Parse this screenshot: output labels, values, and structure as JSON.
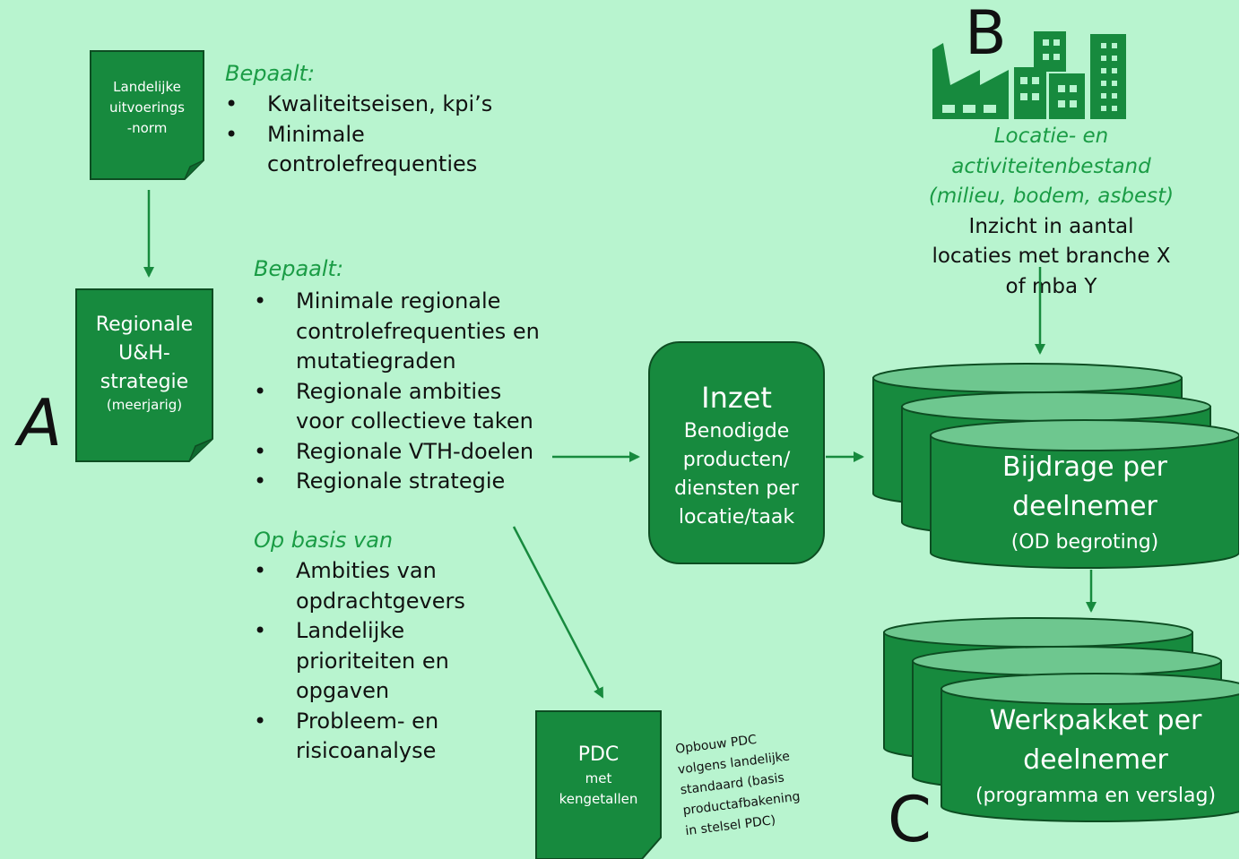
{
  "norm_doc": {
    "line1": "Landelijke",
    "line2": "uitvoerings",
    "line3": "-norm"
  },
  "norm_block": {
    "heading": "Bepaalt:",
    "items": [
      "Kwaliteitseisen, kpi’s",
      "Minimale controlefrequenties"
    ]
  },
  "strategy_doc": {
    "line1": "Regionale",
    "line2": "U&H-",
    "line3": "strategie",
    "line4": "(meerjarig)"
  },
  "strategy_block": {
    "heading": "Bepaalt:",
    "items": [
      "Minimale regionale controlefrequenties en mutatiegraden",
      "Regionale ambities voor collectieve taken",
      "Regionale VTH-doelen",
      "Regionale strategie"
    ]
  },
  "basis_block": {
    "heading": "Op basis van",
    "items": [
      "Ambities van opdrachtgevers",
      "Landelijke prioriteiten en opgaven",
      "Probleem- en risicoanalyse"
    ]
  },
  "labels": {
    "a": "A",
    "b": "B",
    "c": "C"
  },
  "location_block": {
    "title1": "Locatie- en",
    "title2": "activiteitenbestand",
    "title3": "(milieu, bodem, asbest)",
    "desc1": "Inzicht in aantal",
    "desc2": "locaties met branche X",
    "desc3": "of mba Y"
  },
  "inzet_box": {
    "title": "Inzet",
    "line1": "Benodigde",
    "line2": "producten/",
    "line3": "diensten per",
    "line4": "locatie/taak"
  },
  "bijdrage_stack": {
    "line1": "Bijdrage per",
    "line2": "deelnemer",
    "line3": "(OD begroting)"
  },
  "werkpakket_stack": {
    "line1": "Werkpakket per",
    "line2": "deelnemer",
    "line3": "(programma en verslag)"
  },
  "pdc_doc": {
    "title": "PDC",
    "line1": "met",
    "line2": "kengetallen"
  },
  "pdc_note": {
    "line1": "Opbouw PDC",
    "line2": "volgens landelijke",
    "line3": "standaard (basis",
    "line4": "productafbakening",
    "line5": "in stelsel PDC)"
  },
  "colors": {
    "background": "#b8f4cf",
    "shape_fill": "#178a3e",
    "shape_top": "#6ec78f",
    "heading_green": "#1a9c45",
    "text": "#111111"
  },
  "icons": {
    "building": "factory-and-buildings-icon"
  }
}
